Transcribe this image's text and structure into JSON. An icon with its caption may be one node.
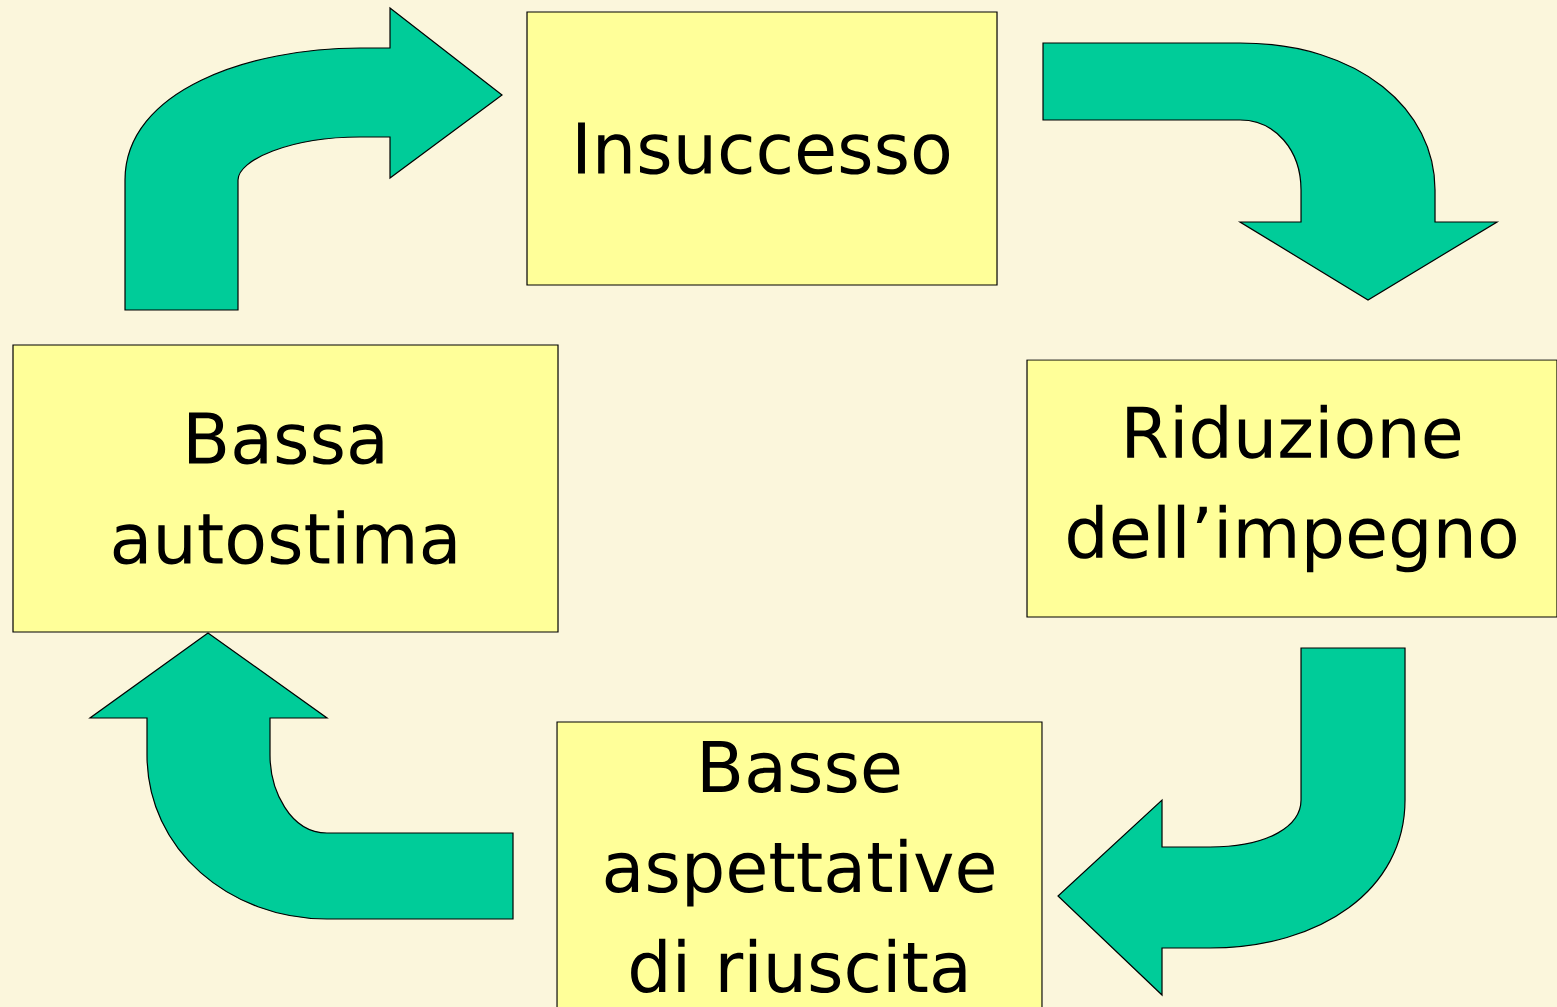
{
  "diagram": {
    "nodes": [
      {
        "text": [
          "Insuccesso"
        ]
      },
      {
        "text": [
          "Riduzione dell’impegno"
        ]
      },
      {
        "text": [
          "Basse aspettative di riuscita"
        ]
      },
      {
        "text": [
          "Bassa autostima"
        ]
      }
    ],
    "edges": [
      {
        "from": 0,
        "to": 1,
        "arrow": "to"
      },
      {
        "from": 1,
        "to": 2,
        "arrow": "to"
      },
      {
        "from": 2,
        "to": 3,
        "arrow": "to"
      },
      {
        "from": 3,
        "to": 0,
        "arrow": "to"
      }
    ]
  }
}
